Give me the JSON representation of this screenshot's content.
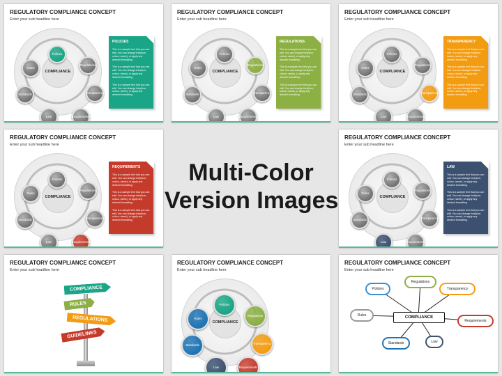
{
  "slide_title": "REGULATORY COMPLIANCE CONCEPT",
  "slide_subtitle": "Enter your sub headline here",
  "center_label": "COMPLIANCE",
  "center_title": [
    "Multi-Color",
    "Version Images"
  ],
  "nodes": [
    "Policies",
    "Regulations",
    "Transparency",
    "Requirements",
    "Law",
    "Standards",
    "Rules"
  ],
  "sample_text": "This is a sample text that you can edit. You can change font(size, colour, name), or apply any desired formatting.",
  "colors": {
    "gray": "#8a8a8a",
    "teal": "#1aa586",
    "green": "#8cb043",
    "orange": "#f39c12",
    "red": "#c43b2c",
    "navy": "#3c5170",
    "blue": "#1f74b4",
    "accent_line": "#5bb89a"
  },
  "cards": [
    {
      "title": "POLICIES",
      "highlight": 0,
      "color": "#1aa586"
    },
    {
      "title": "REGULATIONS",
      "highlight": 1,
      "color": "#8cb043"
    },
    {
      "title": "TRANSPARENCY",
      "highlight": 2,
      "color": "#f39c12"
    },
    {
      "title": "REQUIREMENTS",
      "highlight": 3,
      "color": "#c43b2c"
    },
    {
      "title": "LAW",
      "highlight": 4,
      "color": "#3c5170"
    }
  ],
  "full_color_nodes": [
    "#1aa586",
    "#8cb043",
    "#f39c12",
    "#c43b2c",
    "#3c5170",
    "#1f74b4",
    "#1f74b4"
  ],
  "signpost": [
    {
      "label": "COMPLIANCE",
      "color": "#1aa586"
    },
    {
      "label": "RULES",
      "color": "#8cb043"
    },
    {
      "label": "REGULATIONS",
      "color": "#f39c12"
    },
    {
      "label": "GUIDELINES",
      "color": "#c43b2c"
    }
  ],
  "mindmap": [
    {
      "label": "Policies",
      "color": "#3a8fd0"
    },
    {
      "label": "Regulations",
      "color": "#8cb043"
    },
    {
      "label": "Transparency",
      "color": "#f39c12"
    },
    {
      "label": "Requirements",
      "color": "#c43b2c"
    },
    {
      "label": "Law",
      "color": "#3c5170"
    },
    {
      "label": "Standards",
      "color": "#1f74b4"
    },
    {
      "label": "Rules",
      "color": "#999999"
    }
  ]
}
